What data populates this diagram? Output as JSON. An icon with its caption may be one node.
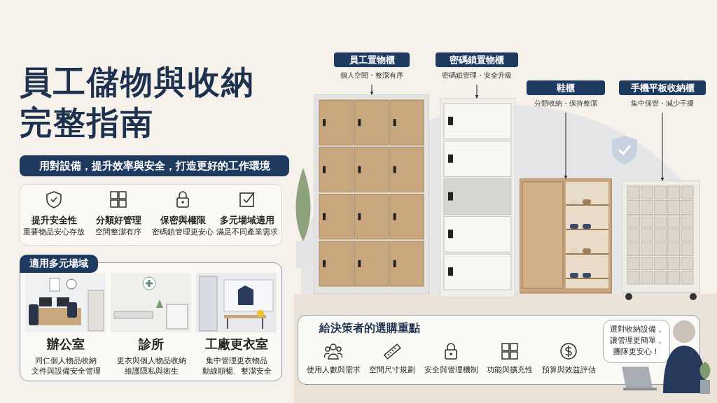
{
  "diagram": {
    "title": "員工儲物與收納完整指南",
    "nodes": [
      {
        "text": [
          "用對設備，提升效率與安全，打造更好的工作環境"
        ]
      },
      {
        "text": [],
        "shape": "box"
      },
      {
        "text": [
          "提升安全性",
          "重要物品安心存放"
        ],
        "in": 1
      },
      {
        "text": [
          "分類好管理",
          "空間整潔有序"
        ],
        "in": 1
      },
      {
        "text": [
          "保密與權限",
          "密碼鎖管理更安心"
        ],
        "in": 1
      },
      {
        "text": [
          "多元場域適用",
          "滿足不同產業需求"
        ],
        "in": 1
      },
      {
        "text": [
          "適用多元場域"
        ]
      },
      {
        "text": [
          "辦公室",
          "同仁個人物品收納",
          "文件與設備安全管理"
        ],
        "in": 6
      },
      {
        "text": [
          "診所",
          "更衣與個人物品收納",
          "維護隱私與衛生"
        ],
        "in": 6
      },
      {
        "text": [
          "工廠更衣室",
          "集中管理更衣物品",
          "動線順暢、整潔安全"
        ],
        "in": 6
      },
      {
        "text": [
          "員工置物櫃"
        ],
        "beside": [
          "個人空間・整潔有序"
        ]
      },
      {
        "text": [
          "密碼鎖置物櫃"
        ],
        "beside": [
          "密碼鎖管理・安全升級"
        ]
      },
      {
        "text": [
          "鞋櫃"
        ],
        "beside": [
          "分類收納・保持整潔"
        ]
      },
      {
        "text": [
          "手機平板收納櫃"
        ],
        "beside": [
          "集中保管・減少干擾"
        ]
      },
      {
        "text": [],
        "shape": "picture"
      },
      {
        "text": [],
        "shape": "picture"
      },
      {
        "text": [],
        "shape": "picture"
      },
      {
        "text": [],
        "shape": "picture"
      },
      {
        "text": [
          "給決策者的選購重點"
        ]
      },
      {
        "text": [
          "使用人數與需求"
        ],
        "in": 18
      },
      {
        "text": [
          "空間尺寸規劃"
        ],
        "in": 18
      },
      {
        "text": [
          "安全與管理機制"
        ],
        "in": 18
      },
      {
        "text": [
          "功能與擴充性"
        ],
        "in": 18
      },
      {
        "text": [
          "預算與效益評估"
        ],
        "in": 18
      },
      {
        "text": [
          "選對收納設備，讓管理更簡單，團隊更安心！"
        ],
        "in": 18
      }
    ],
    "edges": [
      {
        "from": 10,
        "to": 14,
        "arrow": "to"
      },
      {
        "from": 11,
        "to": 15,
        "arrow": "to"
      },
      {
        "from": 12,
        "to": 16,
        "arrow": "to"
      },
      {
        "from": 13,
        "to": 17,
        "arrow": "to"
      }
    ]
  }
}
